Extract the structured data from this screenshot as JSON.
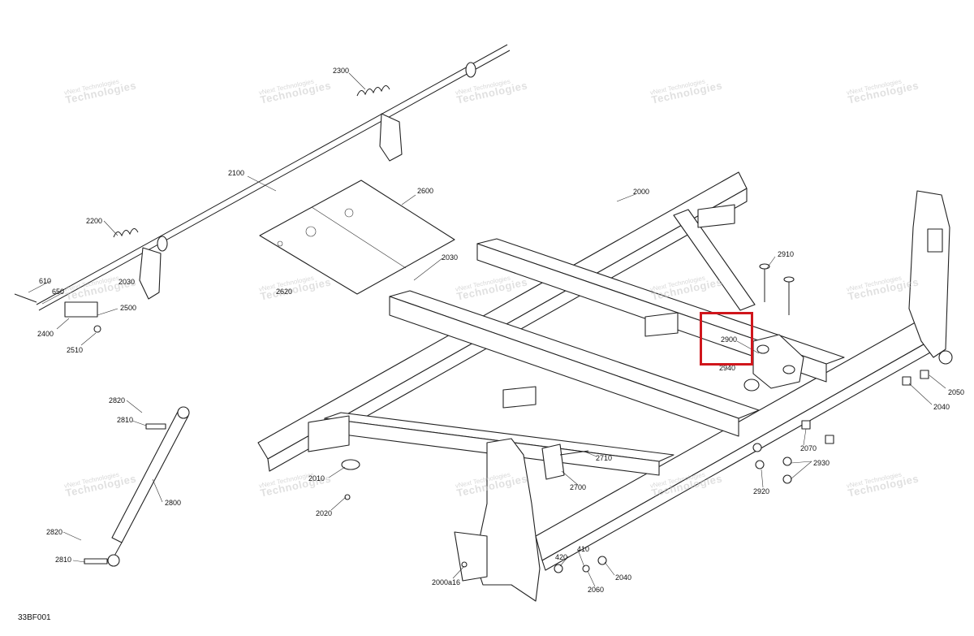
{
  "figure_code": "33BF001",
  "watermark": {
    "line1": "vNext Technologies",
    "line2": "Technologies"
  },
  "highlight": {
    "target": "2900",
    "color": "#d0161c"
  },
  "callouts": [
    {
      "id": "c2300",
      "text": "2300"
    },
    {
      "id": "c2100",
      "text": "2100"
    },
    {
      "id": "c2200",
      "text": "2200"
    },
    {
      "id": "c610",
      "text": "610"
    },
    {
      "id": "c650",
      "text": "650"
    },
    {
      "id": "c2030a",
      "text": "2030"
    },
    {
      "id": "c2400",
      "text": "2400"
    },
    {
      "id": "c2500",
      "text": "2500"
    },
    {
      "id": "c2510",
      "text": "2510"
    },
    {
      "id": "c2600",
      "text": "2600"
    },
    {
      "id": "c2620",
      "text": "2620"
    },
    {
      "id": "c2030b",
      "text": "2030"
    },
    {
      "id": "c2000",
      "text": "2000"
    },
    {
      "id": "c2910",
      "text": "2910"
    },
    {
      "id": "c2900",
      "text": "2900"
    },
    {
      "id": "c2940",
      "text": "2940"
    },
    {
      "id": "c2050",
      "text": "2050"
    },
    {
      "id": "c2040a",
      "text": "2040"
    },
    {
      "id": "c2070",
      "text": "2070"
    },
    {
      "id": "c2930",
      "text": "2930"
    },
    {
      "id": "c2920",
      "text": "2920"
    },
    {
      "id": "c2820a",
      "text": "2820"
    },
    {
      "id": "c2810a",
      "text": "2810"
    },
    {
      "id": "c2800",
      "text": "2800"
    },
    {
      "id": "c2820b",
      "text": "2820"
    },
    {
      "id": "c2810b",
      "text": "2810"
    },
    {
      "id": "c2010",
      "text": "2010"
    },
    {
      "id": "c2020",
      "text": "2020"
    },
    {
      "id": "c2710",
      "text": "2710"
    },
    {
      "id": "c2700",
      "text": "2700"
    },
    {
      "id": "c420",
      "text": "420"
    },
    {
      "id": "c410",
      "text": "410"
    },
    {
      "id": "c2040b",
      "text": "2040"
    },
    {
      "id": "c2060",
      "text": "2060"
    },
    {
      "id": "c2000a16",
      "text": "2000a16"
    }
  ]
}
